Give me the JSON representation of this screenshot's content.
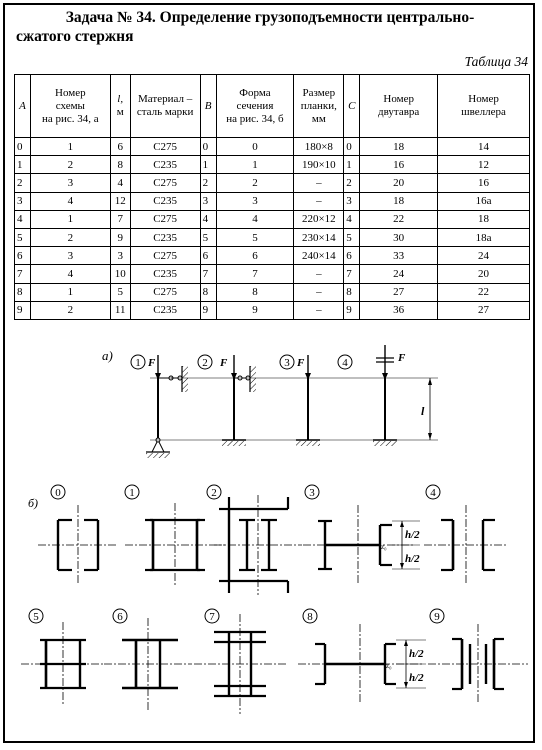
{
  "title_line1": "Задача № 34. Определение грузоподъемности центрально-",
  "title_line2": "сжатого стержня",
  "table_caption": "Таблица 34",
  "table": {
    "headers": {
      "a": "A",
      "scheme": [
        "Номер",
        "схемы",
        "на рис. 34, а"
      ],
      "l": [
        "l,",
        "м"
      ],
      "material": [
        "Материал –",
        "сталь марки"
      ],
      "b": "B",
      "section": [
        "Форма",
        "сечения",
        "на рис. 34, б"
      ],
      "plate": [
        "Размер",
        "планки,",
        "мм"
      ],
      "c": "C",
      "ibeam": [
        "Номер",
        "двутавра"
      ],
      "channel": [
        "Номер",
        "швеллера"
      ]
    },
    "rows": [
      [
        "0",
        "1",
        "6",
        "С275",
        "0",
        "0",
        "180×8",
        "0",
        "18",
        "14"
      ],
      [
        "1",
        "2",
        "8",
        "С235",
        "1",
        "1",
        "190×10",
        "1",
        "16",
        "12"
      ],
      [
        "2",
        "3",
        "4",
        "С275",
        "2",
        "2",
        "–",
        "2",
        "20",
        "16"
      ],
      [
        "3",
        "4",
        "12",
        "С235",
        "3",
        "3",
        "–",
        "3",
        "18",
        "16а"
      ],
      [
        "4",
        "1",
        "7",
        "С275",
        "4",
        "4",
        "220×12",
        "4",
        "22",
        "18"
      ],
      [
        "5",
        "2",
        "9",
        "С235",
        "5",
        "5",
        "230×14",
        "5",
        "30",
        "18а"
      ],
      [
        "6",
        "3",
        "3",
        "С275",
        "6",
        "6",
        "240×14",
        "6",
        "33",
        "24"
      ],
      [
        "7",
        "4",
        "10",
        "С235",
        "7",
        "7",
        "–",
        "7",
        "24",
        "20"
      ],
      [
        "8",
        "1",
        "5",
        "С275",
        "8",
        "8",
        "–",
        "8",
        "27",
        "22"
      ],
      [
        "9",
        "2",
        "11",
        "С235",
        "9",
        "9",
        "–",
        "9",
        "36",
        "27"
      ]
    ]
  },
  "figure_a": {
    "label": "а)",
    "schemes": [
      "1",
      "2",
      "3",
      "4"
    ],
    "force": "F",
    "length": "l"
  },
  "figure_b": {
    "label": "б)",
    "sections": [
      "0",
      "1",
      "2",
      "3",
      "4",
      "5",
      "6",
      "7",
      "8",
      "9"
    ],
    "dim_half": "h/2",
    "dim_offset": "z₀"
  }
}
